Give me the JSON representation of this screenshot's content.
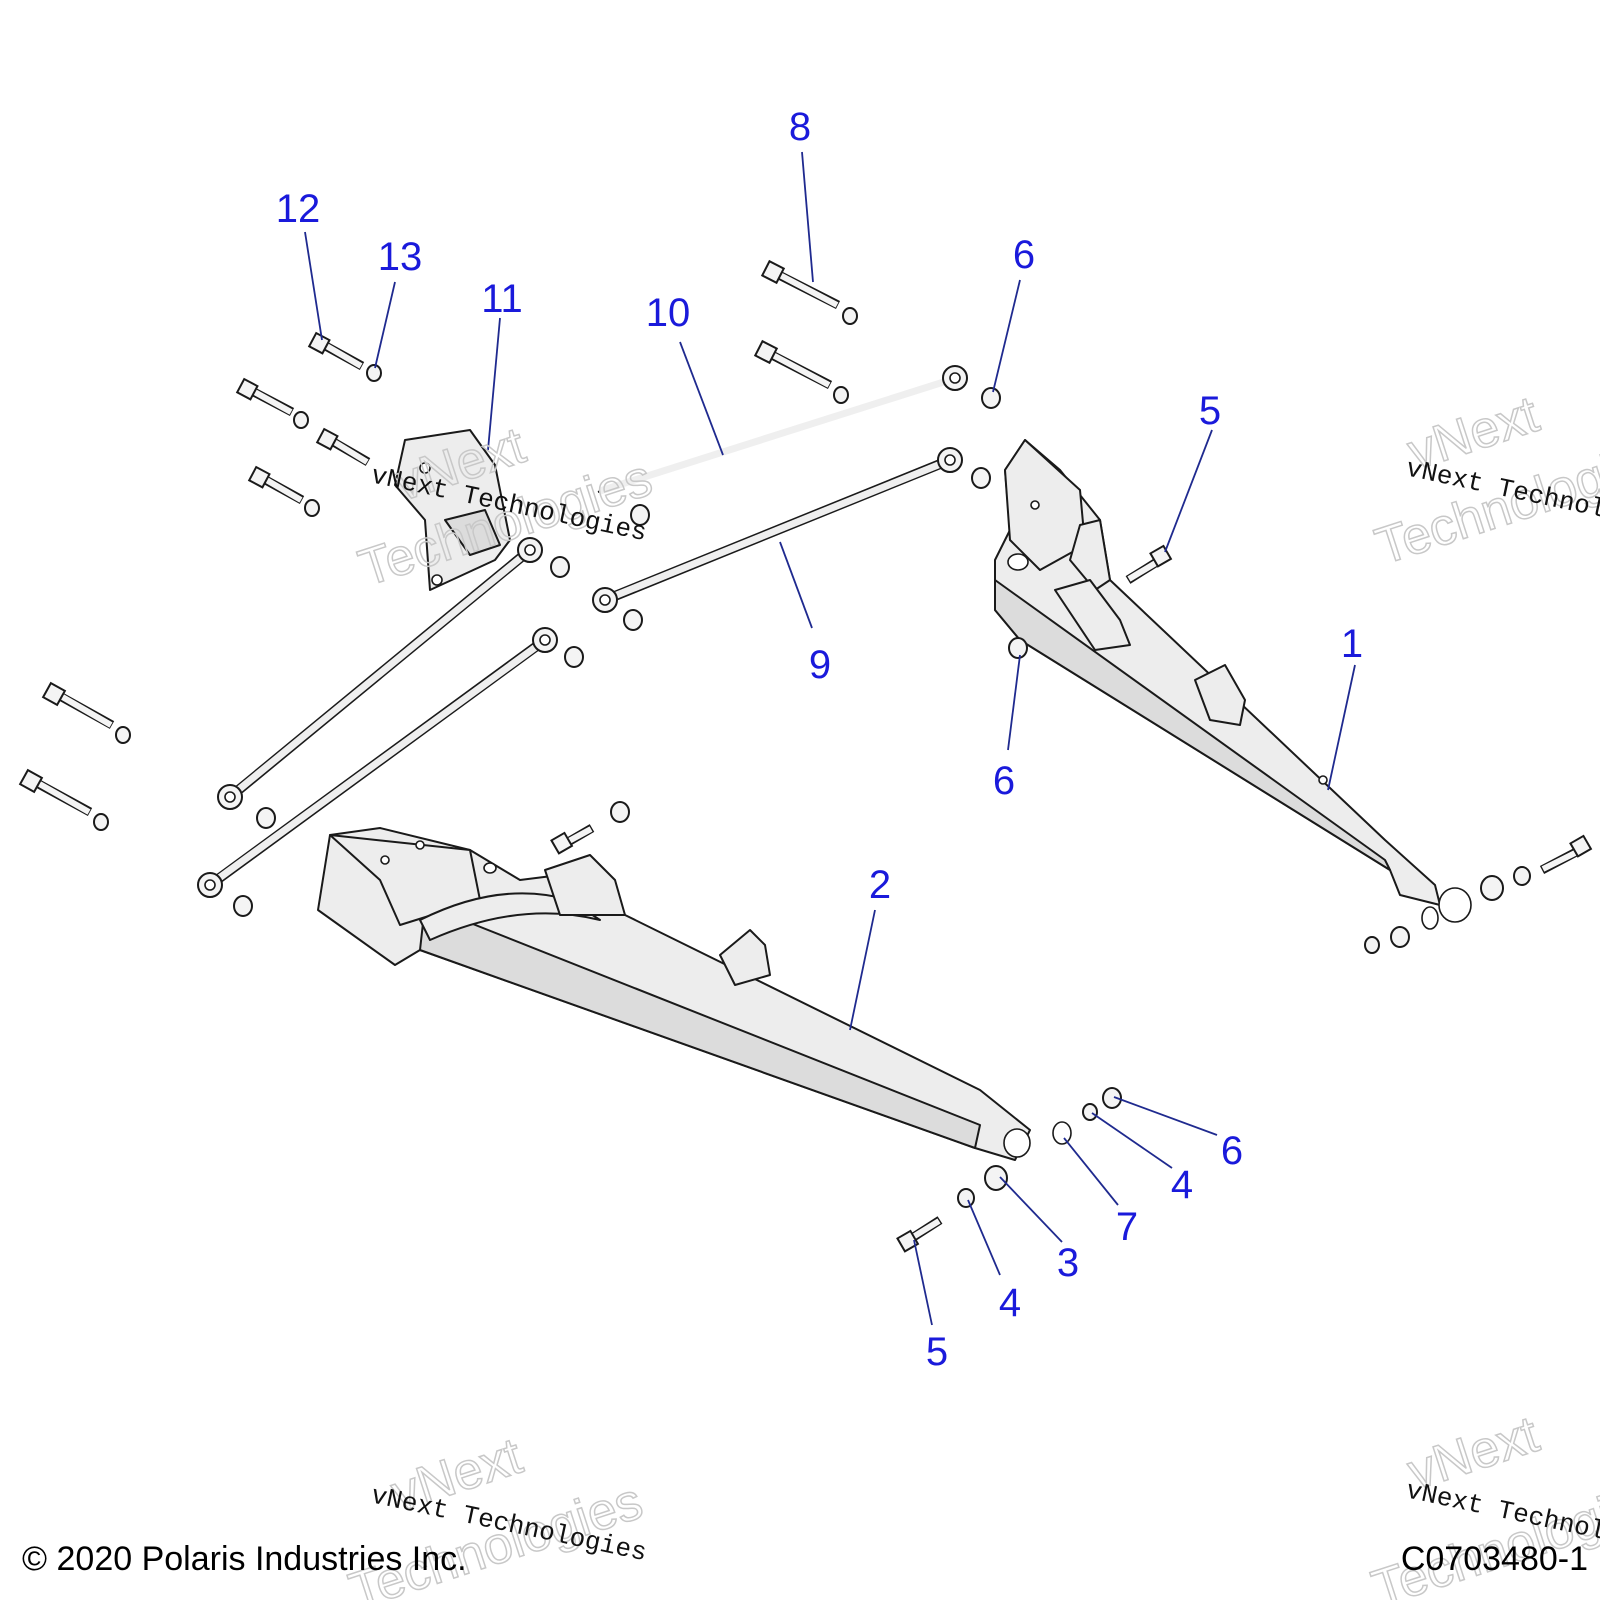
{
  "callouts": [
    {
      "label": "1"
    },
    {
      "label": "2"
    },
    {
      "label": "3"
    },
    {
      "label": "4"
    },
    {
      "label": "4"
    },
    {
      "label": "5"
    },
    {
      "label": "5"
    },
    {
      "label": "6"
    },
    {
      "label": "6"
    },
    {
      "label": "6"
    },
    {
      "label": "7"
    },
    {
      "label": "8"
    },
    {
      "label": "9"
    },
    {
      "label": "10"
    },
    {
      "label": "11"
    },
    {
      "label": "12"
    },
    {
      "label": "13"
    }
  ],
  "watermark": {
    "brand_word": "vNext",
    "company_word": "Technologies",
    "company_line": "vNext Technologies"
  },
  "footer": {
    "copyright": "© 2020 Polaris Industries Inc.",
    "figure_code": "C0703480-1"
  },
  "colors": {
    "callout": "#1a1adb",
    "leader": "#1f2a8f"
  }
}
